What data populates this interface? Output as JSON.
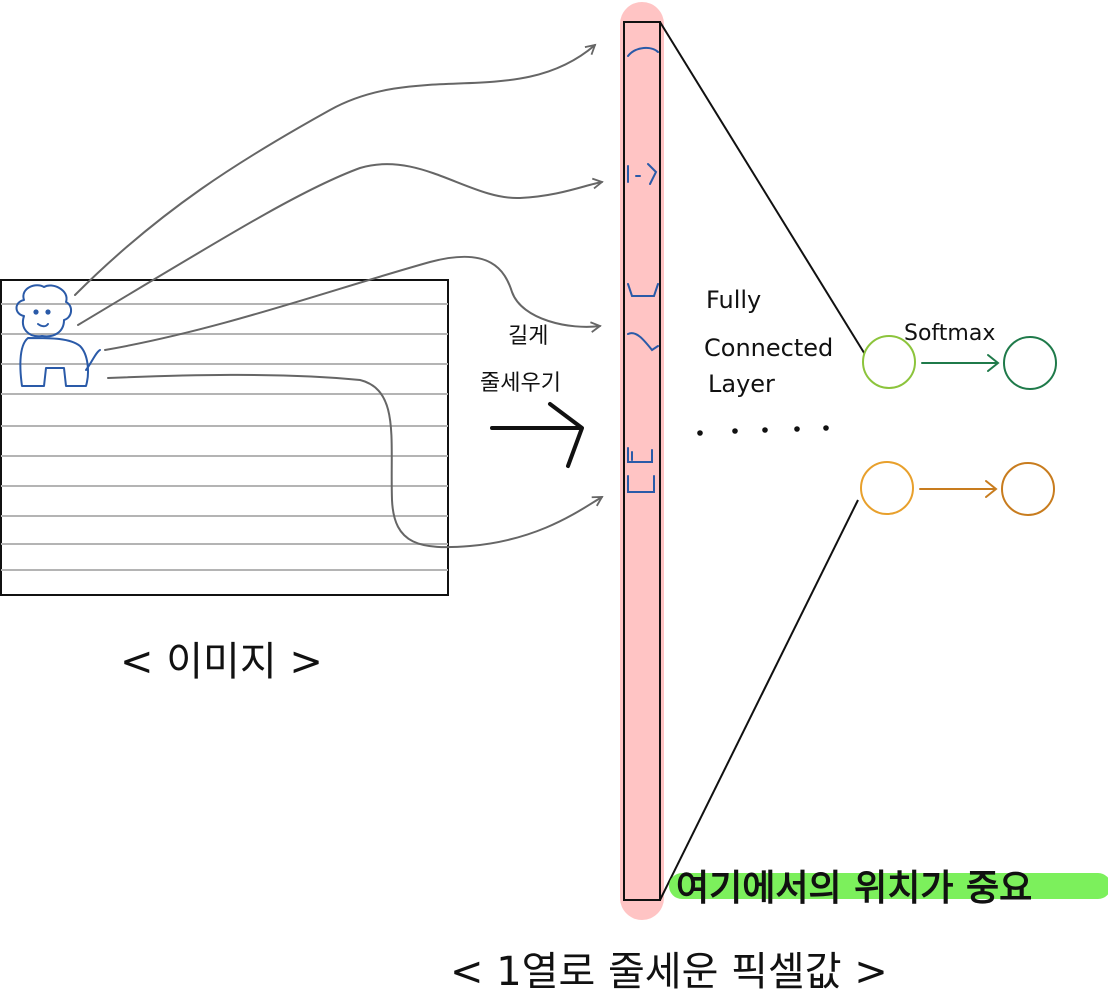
{
  "labels": {
    "image_caption": "< 이미지 >",
    "flatten_line1": "길게",
    "flatten_line2": "줄세우기",
    "fc_line1": "Fully",
    "fc_line2": "Connected",
    "fc_line3": "Layer",
    "softmax": "Softmax",
    "emphasis": "여기에서의 위치가 중요",
    "vector_caption": "< 1열로 줄세운 픽셀값 >"
  },
  "colors": {
    "vector_fill": "#ffc4c4",
    "stroke_dark": "#111111",
    "grid_line": "#b4b4b4",
    "curve": "#666666",
    "doodle": "#2a5aa8",
    "neuron_green": "#8cc43c",
    "neuron_dark_green": "#1f7a4a",
    "neuron_orange": "#e8a02c",
    "arrow_orange": "#c87c1e",
    "highlight": "#7cf05c"
  },
  "icons": {
    "doodle": "puppy-doodle-icon",
    "big_arrow": "arrow-right-icon"
  }
}
